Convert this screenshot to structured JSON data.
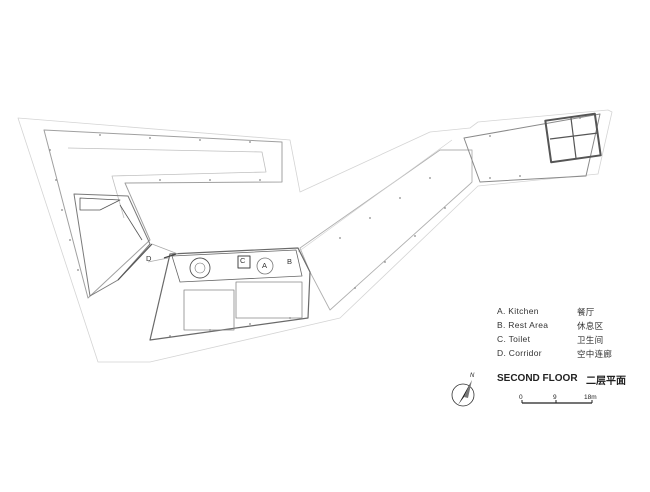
{
  "plan": {
    "floor_title": "SECOND FLOOR",
    "floor_title_cn": "二层平面",
    "room_labels": [
      "A",
      "B",
      "C",
      "D"
    ],
    "legend": [
      {
        "key": "A. Kitchen",
        "value": "餐厅"
      },
      {
        "key": "B. Rest Area",
        "value": "休息区"
      },
      {
        "key": "C. Toilet",
        "value": "卫生间"
      },
      {
        "key": "D. Corridor",
        "value": "空中连廊"
      }
    ],
    "north_label": "N",
    "scale": {
      "ticks": [
        "0",
        "9",
        "18m"
      ]
    }
  }
}
